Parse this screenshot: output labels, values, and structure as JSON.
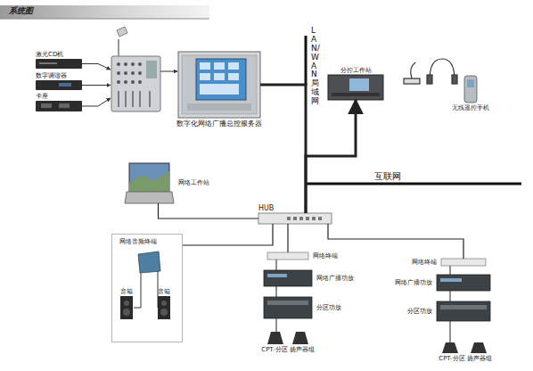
{
  "diagram": {
    "title": "系统图",
    "nodes": [
      {
        "text": [
          "激光CD机"
        ]
      },
      {
        "text": [
          "数字调谐器"
        ]
      },
      {
        "text": [
          "卡座"
        ]
      },
      {
        "text": [
          "数字化网络广播总控服务器"
        ]
      },
      {
        "text": [
          "分控工作站"
        ]
      },
      {
        "text": [
          "无线遥控手机"
        ]
      },
      {
        "text": [
          "HUB"
        ]
      },
      {
        "text": [
          "网络工作站"
        ]
      },
      {
        "text": [
          "网络音频终端"
        ]
      },
      {
        "text": [
          "音箱"
        ],
        "in": 8
      },
      {
        "text": [
          "音箱"
        ],
        "in": 8
      },
      {
        "text": [
          "网络终端"
        ]
      },
      {
        "text": [
          "网络广播功放"
        ]
      },
      {
        "text": [
          "分区功放"
        ]
      },
      {
        "text": [
          "CPT-分区 扬声器组"
        ]
      },
      {
        "text": [
          "网络终端"
        ]
      },
      {
        "text": [
          "网络广播功放"
        ]
      },
      {
        "text": [
          "分区功放"
        ]
      },
      {
        "text": [
          "CPT-分区 扬声器组"
        ]
      }
    ],
    "edges": [
      {
        "from": 3,
        "to": 6,
        "arrow": "none"
      },
      {
        "from": 6,
        "to": 4,
        "arrow": "to"
      },
      {
        "from": 6,
        "to": 7,
        "arrow": "none"
      },
      {
        "from": 6,
        "to": 8,
        "arrow": "none"
      },
      {
        "from": 6,
        "to": 11,
        "arrow": "none"
      },
      {
        "from": 11,
        "to": 12,
        "arrow": "none"
      },
      {
        "from": 12,
        "to": 13,
        "arrow": "none"
      },
      {
        "from": 13,
        "to": 14,
        "arrow": "none"
      },
      {
        "from": 6,
        "to": 15,
        "arrow": "none"
      },
      {
        "from": 15,
        "to": 16,
        "arrow": "none"
      },
      {
        "from": 16,
        "to": 17,
        "arrow": "none"
      },
      {
        "from": 17,
        "to": 18,
        "arrow": "none"
      }
    ],
    "labels": [
      "LAN/WAN 局域网",
      "互联网"
    ]
  }
}
